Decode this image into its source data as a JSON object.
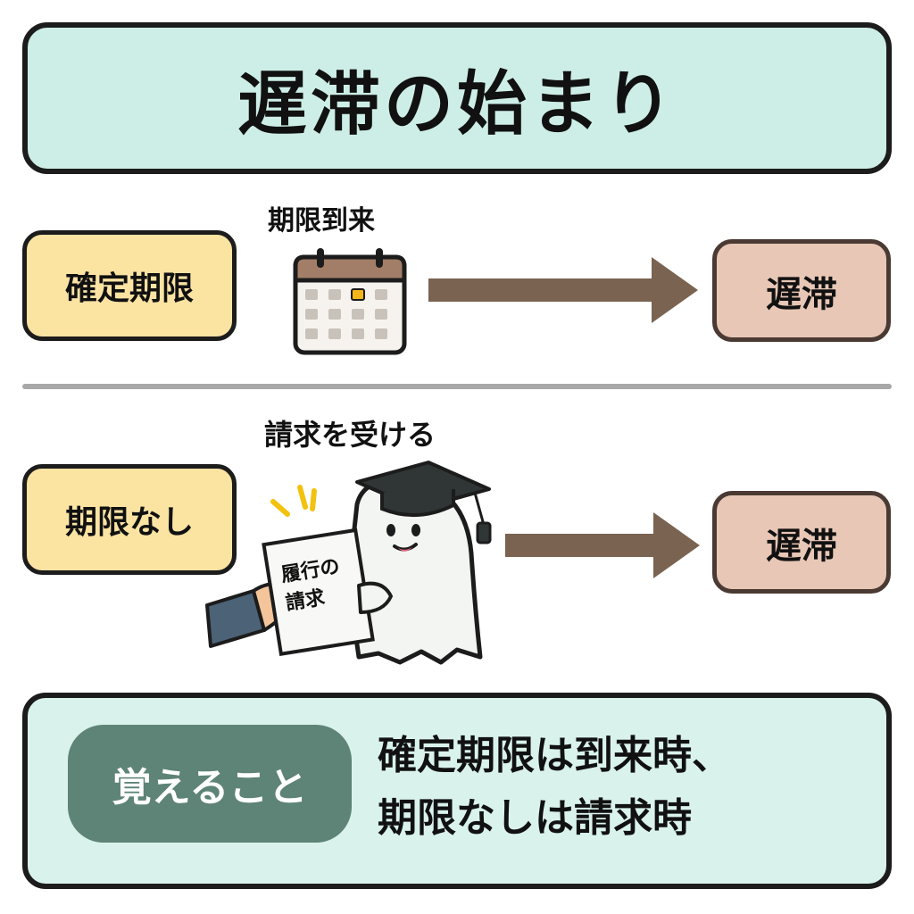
{
  "title": "遅滞の始まり",
  "rows": [
    {
      "left_label": "確定期限",
      "caption": "期限到来",
      "right_label": "遅滞",
      "icon": "calendar-icon"
    },
    {
      "left_label": "期限なし",
      "caption": "請求を受ける",
      "right_label": "遅滞",
      "icon": "ghost-receiving-request-icon",
      "document_lines": [
        "履行の",
        "請求"
      ]
    }
  ],
  "memo": {
    "badge": "覚えること",
    "lines": [
      "確定期限は到来時、",
      "期限なしは請求時"
    ]
  },
  "colors": {
    "title_bg": "#cdeee6",
    "label_yellow": "#fbe3a2",
    "label_pink": "#e8c7b6",
    "arrow": "#7a6351",
    "memo_bg": "#d9f2ec",
    "memo_badge": "#5e8377"
  }
}
